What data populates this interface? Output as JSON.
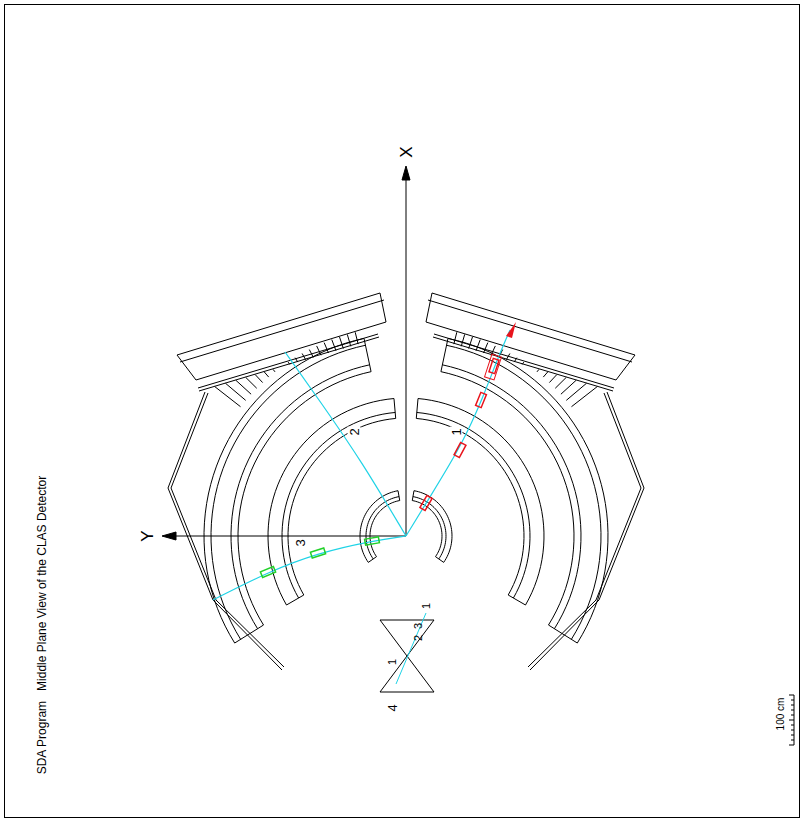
{
  "diagram": {
    "title": "SDA Program   Middle Plane View of the CLAS Detector",
    "labels": [
      "X",
      "Y",
      "1",
      "2",
      "3",
      "1",
      "2",
      "3",
      "1",
      "4",
      "100 cm"
    ]
  }
}
